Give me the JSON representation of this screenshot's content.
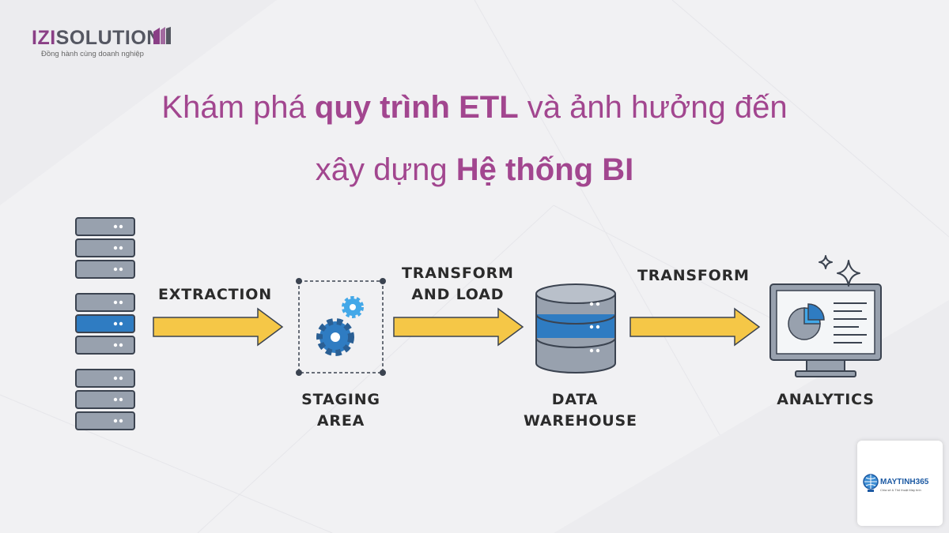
{
  "brand": {
    "name_part1": "IZI",
    "name_part2": "SOLUTION",
    "tagline": "Đồng hành cùng doanh nghiệp"
  },
  "title": {
    "line1_pre": "Khám phá ",
    "line1_bold": "quy trình ETL",
    "line1_post": " và ảnh hưởng đến",
    "line2_pre": "xây dựng ",
    "line2_bold": "Hệ thống BI"
  },
  "diagram": {
    "arrow1_label": "EXTRACTION",
    "arrow2_label_line1": "TRANSFORM",
    "arrow2_label_line2": "AND LOAD",
    "arrow3_label": "TRANSFORM",
    "stage1_line1": "STAGING",
    "stage1_line2": "AREA",
    "stage2_line1": "DATA",
    "stage2_line2": "WAREHOUSE",
    "stage3": "ANALYTICS"
  },
  "badge": {
    "name": "MAYTINH365",
    "subtitle": "Chia sẻ & Thủ thuật Máy tính"
  },
  "colors": {
    "title": "#a2468f",
    "arrow": "#f5c747",
    "db_gray": "#98a1ae",
    "db_blue": "#2f7cc2",
    "brand_purple": "#8a3f86"
  }
}
